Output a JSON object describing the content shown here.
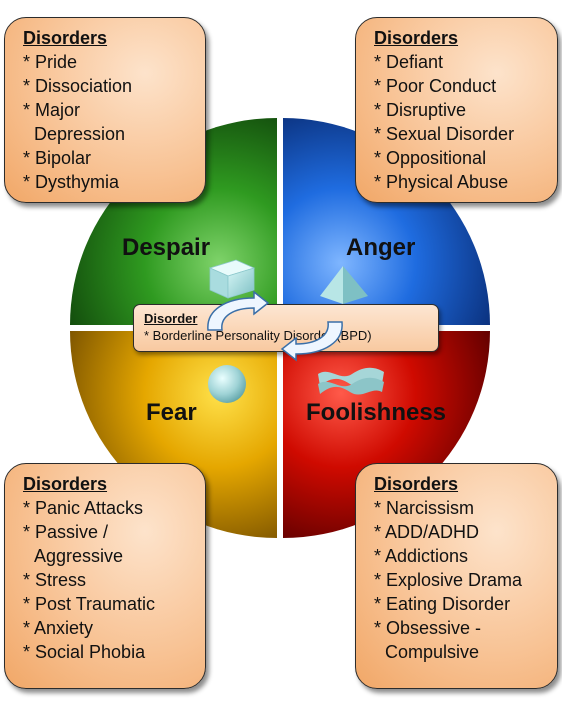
{
  "quadrants": {
    "top_left": {
      "label": "Despair",
      "color": "#2e8b22"
    },
    "top_right": {
      "label": "Anger",
      "color": "#1c5fd0"
    },
    "bottom_left": {
      "label": "Fear",
      "color": "#e0a800"
    },
    "bottom_right": {
      "label": "Foolishness",
      "color": "#cc0000"
    }
  },
  "boxes": {
    "top_left": {
      "title": "Disorders",
      "items": [
        {
          "text": "* Pride"
        },
        {
          "text": "* Dissociation"
        },
        {
          "text": "* Major",
          "cont": "Depression"
        },
        {
          "text": "* Bipolar"
        },
        {
          "text": "* Dysthymia"
        }
      ]
    },
    "top_right": {
      "title": "Disorders",
      "items": [
        {
          "text": "* Defiant"
        },
        {
          "text": "* Poor Conduct"
        },
        {
          "text": "* Disruptive"
        },
        {
          "text": "* Sexual Disorder"
        },
        {
          "text": "* Oppositional"
        },
        {
          "text": "* Physical Abuse"
        }
      ]
    },
    "bottom_left": {
      "title": "Disorders",
      "items": [
        {
          "text": "* Panic Attacks"
        },
        {
          "text": "* Passive /",
          "cont": "Aggressive"
        },
        {
          "text": "* Stress"
        },
        {
          "text": "* Post Traumatic"
        },
        {
          "text": "* Anxiety"
        },
        {
          "text": "* Social Phobia"
        }
      ]
    },
    "bottom_right": {
      "title": "Disorders",
      "items": [
        {
          "text": "* Narcissism"
        },
        {
          "text": "* ADD/ADHD"
        },
        {
          "text": "* Addictions"
        },
        {
          "text": "* Explosive Drama"
        },
        {
          "text": "* Eating Disorder"
        },
        {
          "text": "* Obsessive -",
          "cont": "Compulsive"
        }
      ]
    }
  },
  "center": {
    "title": "Disorder",
    "item": "* Borderline Personality Disorder (BPD)"
  },
  "icons": {
    "top_left": "cube-icon",
    "top_right": "pyramid-icon",
    "bottom_left": "sphere-icon",
    "bottom_right": "wave-icon",
    "center": "cycle-arrows-icon"
  }
}
